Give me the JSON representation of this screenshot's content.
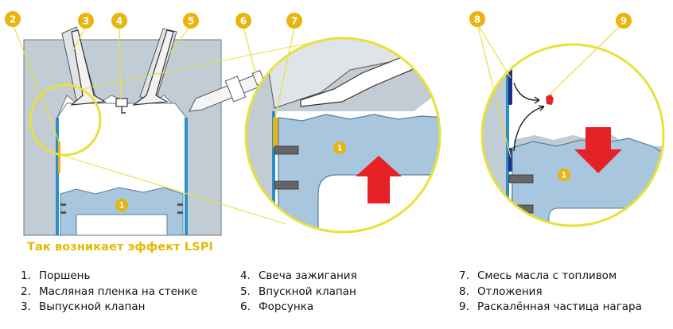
{
  "caption": "Так возникает эффект LSPI",
  "markers": {
    "m1": "1",
    "m2": "2",
    "m3": "3",
    "m4": "4",
    "m5": "5",
    "m6": "6",
    "m7": "7",
    "m8": "8",
    "m9": "9"
  },
  "legend": {
    "col1": [
      {
        "num": "1.",
        "label": "Поршень"
      },
      {
        "num": "2.",
        "label": "Масляная пленка на стенке"
      },
      {
        "num": "3.",
        "label": "Выпускной клапан"
      }
    ],
    "col2": [
      {
        "num": "4.",
        "label": "Свеча зажигания"
      },
      {
        "num": "5.",
        "label": "Впускной клапан"
      },
      {
        "num": "6.",
        "label": "Форсунка"
      }
    ],
    "col3": [
      {
        "num": "7.",
        "label": "Смесь масла с топливом"
      },
      {
        "num": "8.",
        "label": "Отложения"
      },
      {
        "num": "9.",
        "label": "Раскалённая частица нагара"
      }
    ]
  },
  "colors": {
    "badge": "#e7b50d",
    "engine_fill": "#c2ccd4",
    "wall_blue": "#2a8fc9",
    "piston_blue": "#a8c7de",
    "magnifier_ring": "#e8e13a",
    "arrow_red": "#e62227",
    "deposit_navy": "#1f2f8a",
    "oil_film": "#e8b21a"
  }
}
